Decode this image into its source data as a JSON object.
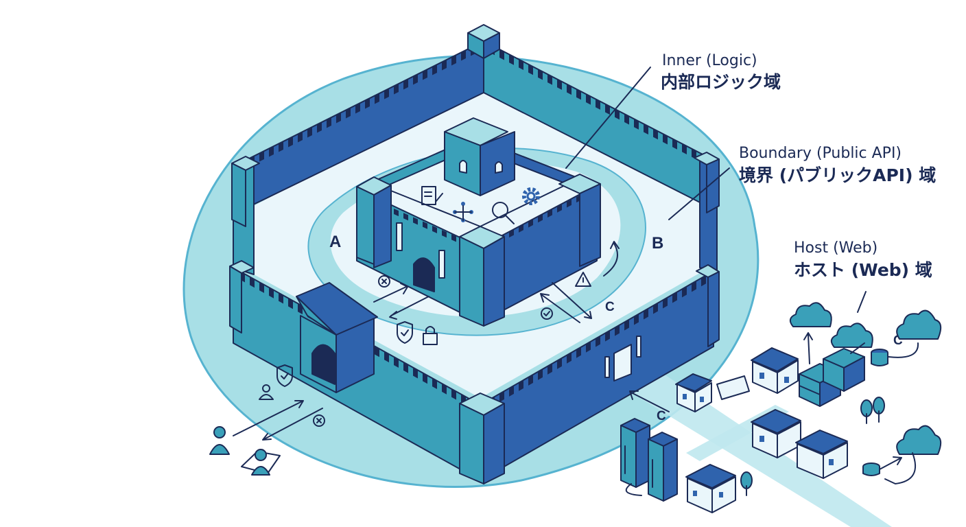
{
  "labels": {
    "inner_en": "Inner (Logic)",
    "inner_jp": "内部ロジック域",
    "boundary_en": "Boundary (Public API)",
    "boundary_jp": "境界 (パブリックAPI) 域",
    "host_en": "Host (Web)",
    "host_jp": "ホスト (Web) 域"
  },
  "markers": {
    "a": "A",
    "b": "B",
    "c": "C"
  },
  "colors": {
    "outer_zone": "#a8dfe6",
    "outer_zone_edge": "#56b3d0",
    "courtyard": "#eaf6fb",
    "wall_dark": "#2f63ad",
    "wall_teal": "#3aa0b9",
    "outline": "#1b2a55"
  },
  "icons": [
    "document-edit-icon",
    "flowchart-icon",
    "magnifier-icon",
    "gear-icon",
    "lock-icon",
    "shield-check-icon",
    "warning-icon",
    "check-icon",
    "x-icon",
    "user-icon",
    "cloud-icon",
    "database-icon",
    "server-icon",
    "house-icon",
    "tree-icon"
  ]
}
